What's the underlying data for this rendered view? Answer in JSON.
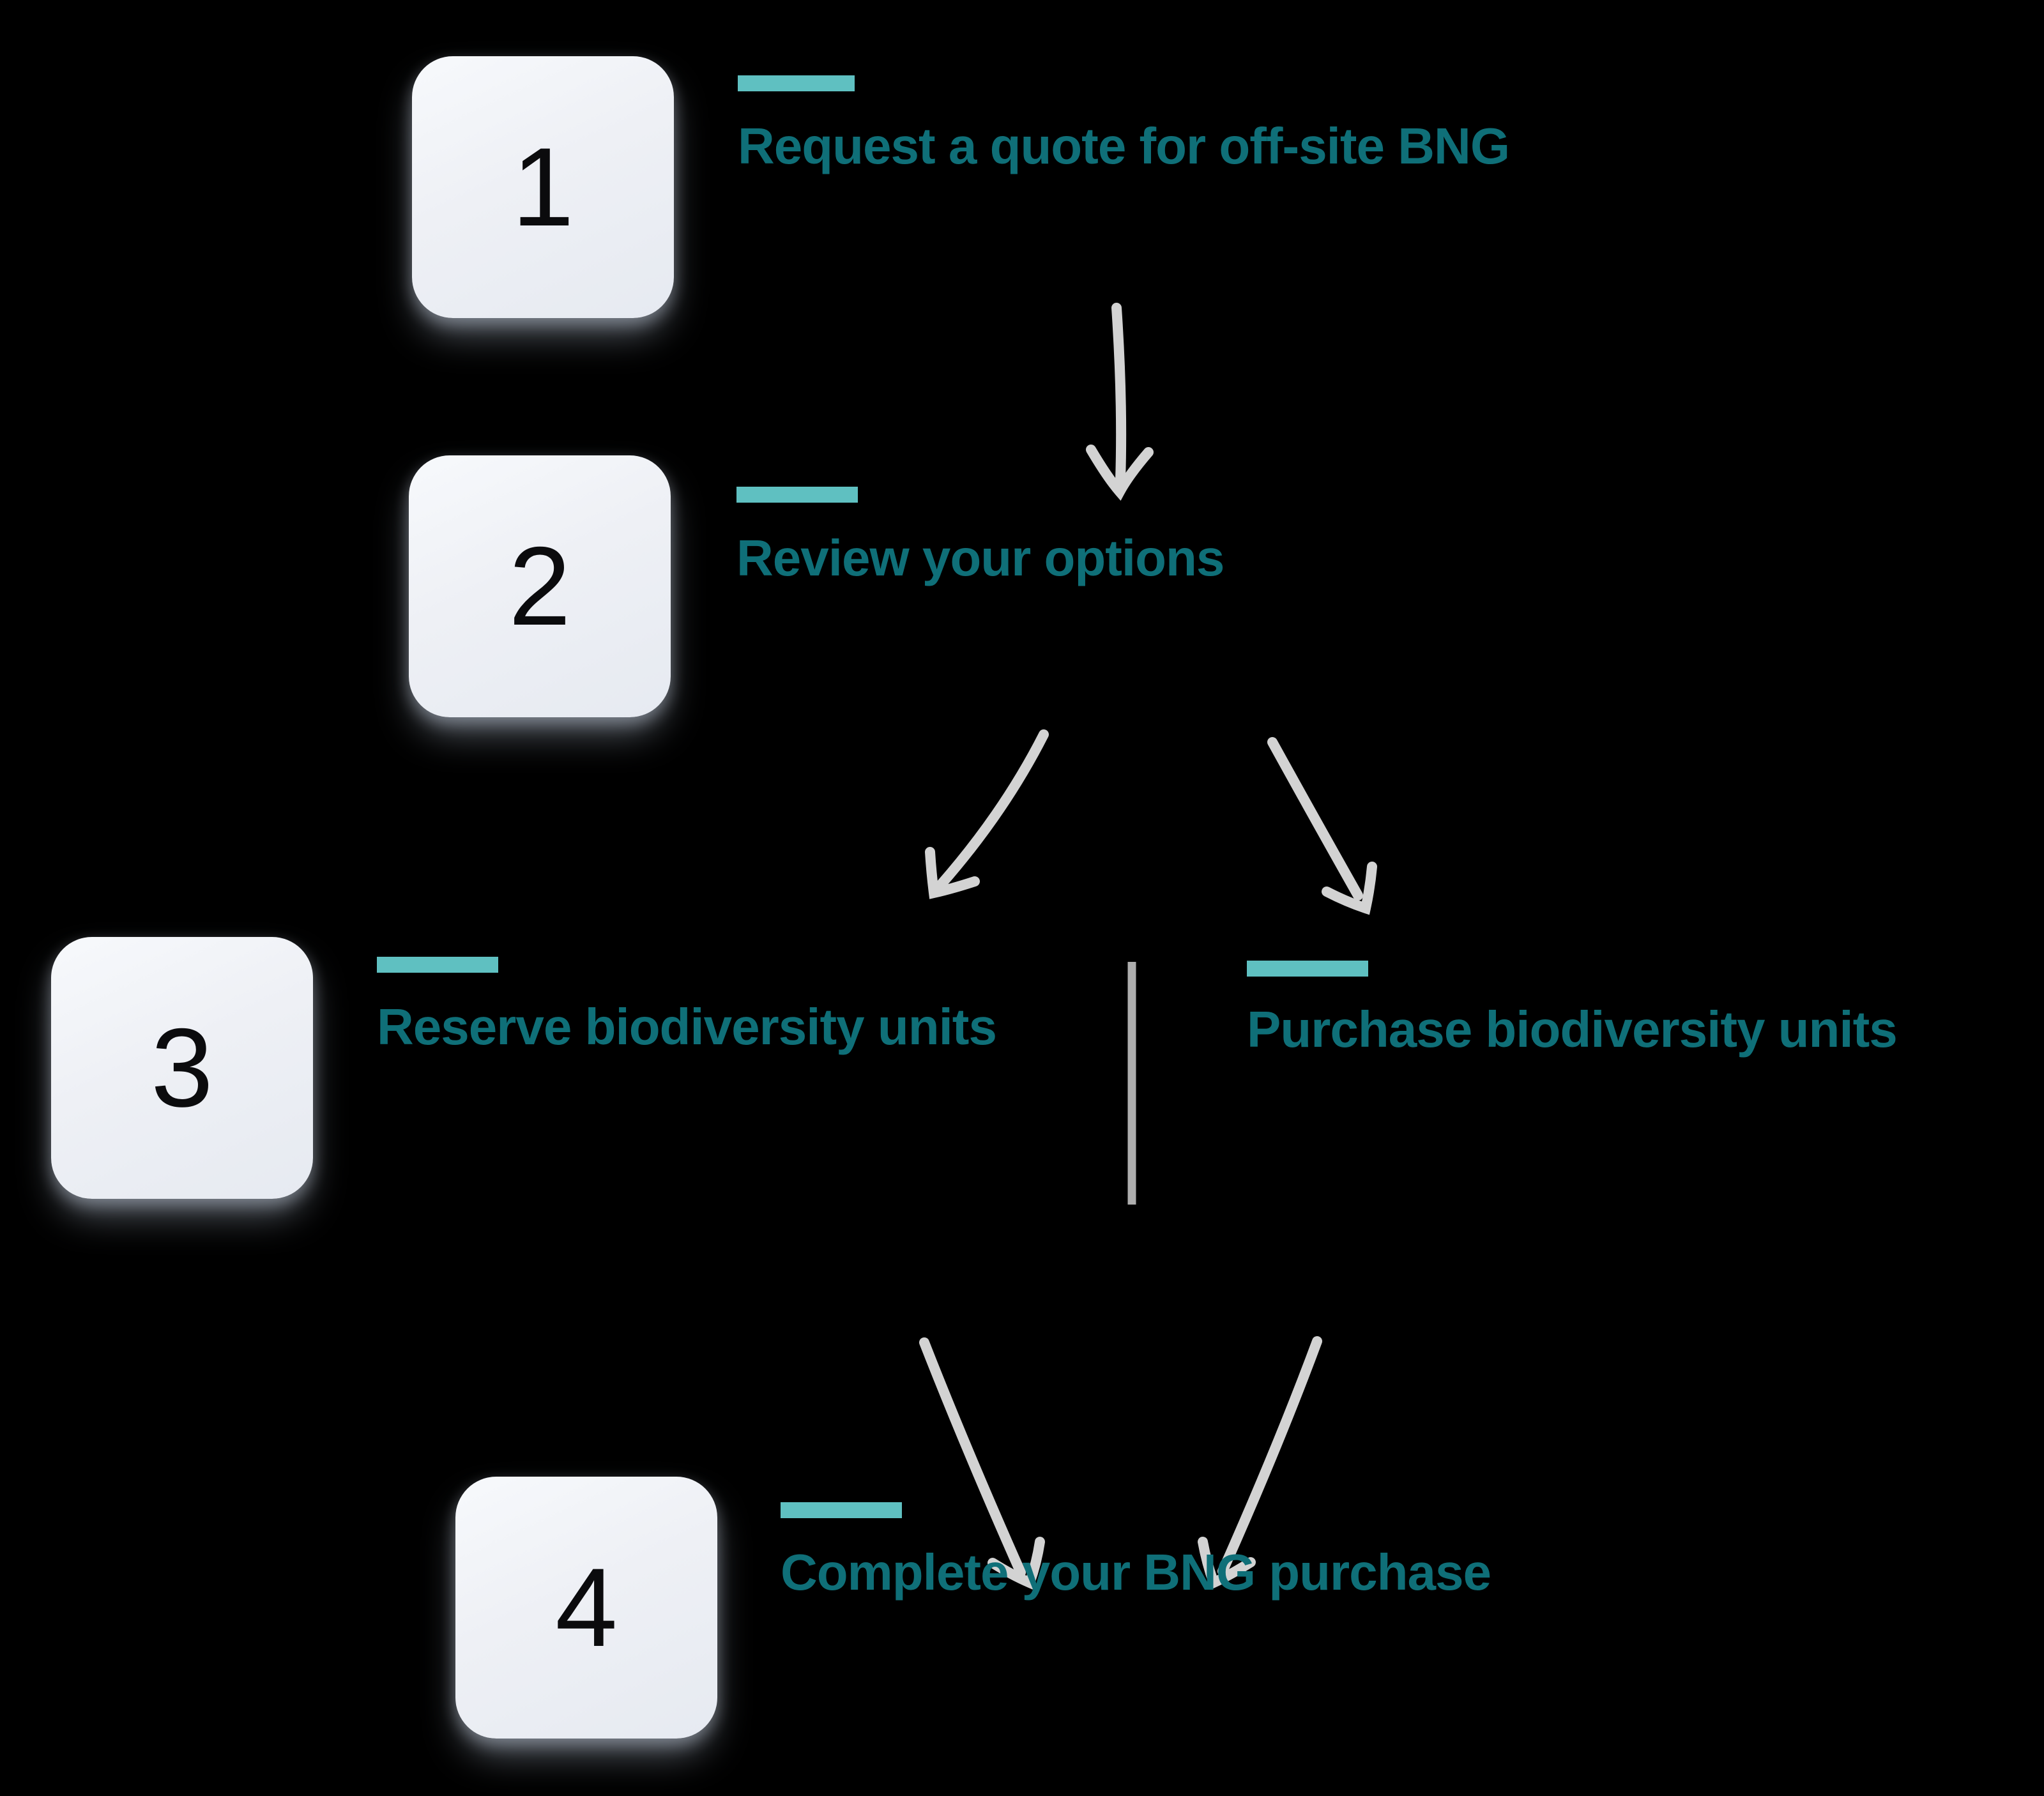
{
  "diagram": {
    "background_color": "#000000",
    "accent_bar_color": "#5fc0c1",
    "heading_color": "#0f6f78",
    "number_color": "#0b0b0d",
    "card_color": "#eef0f5",
    "arrow_color": "#d3d3d3",
    "divider_color": "#aeaeae",
    "steps": [
      {
        "number": "1",
        "title": "Request a quote for off-site BNG"
      },
      {
        "number": "2",
        "title": "Review your options"
      },
      {
        "number": "3",
        "title": "Reserve biodiversity units"
      },
      {
        "number": "",
        "title": "Purchase biodiversity units"
      },
      {
        "number": "4",
        "title": "Complete your BNG purchase"
      }
    ]
  }
}
